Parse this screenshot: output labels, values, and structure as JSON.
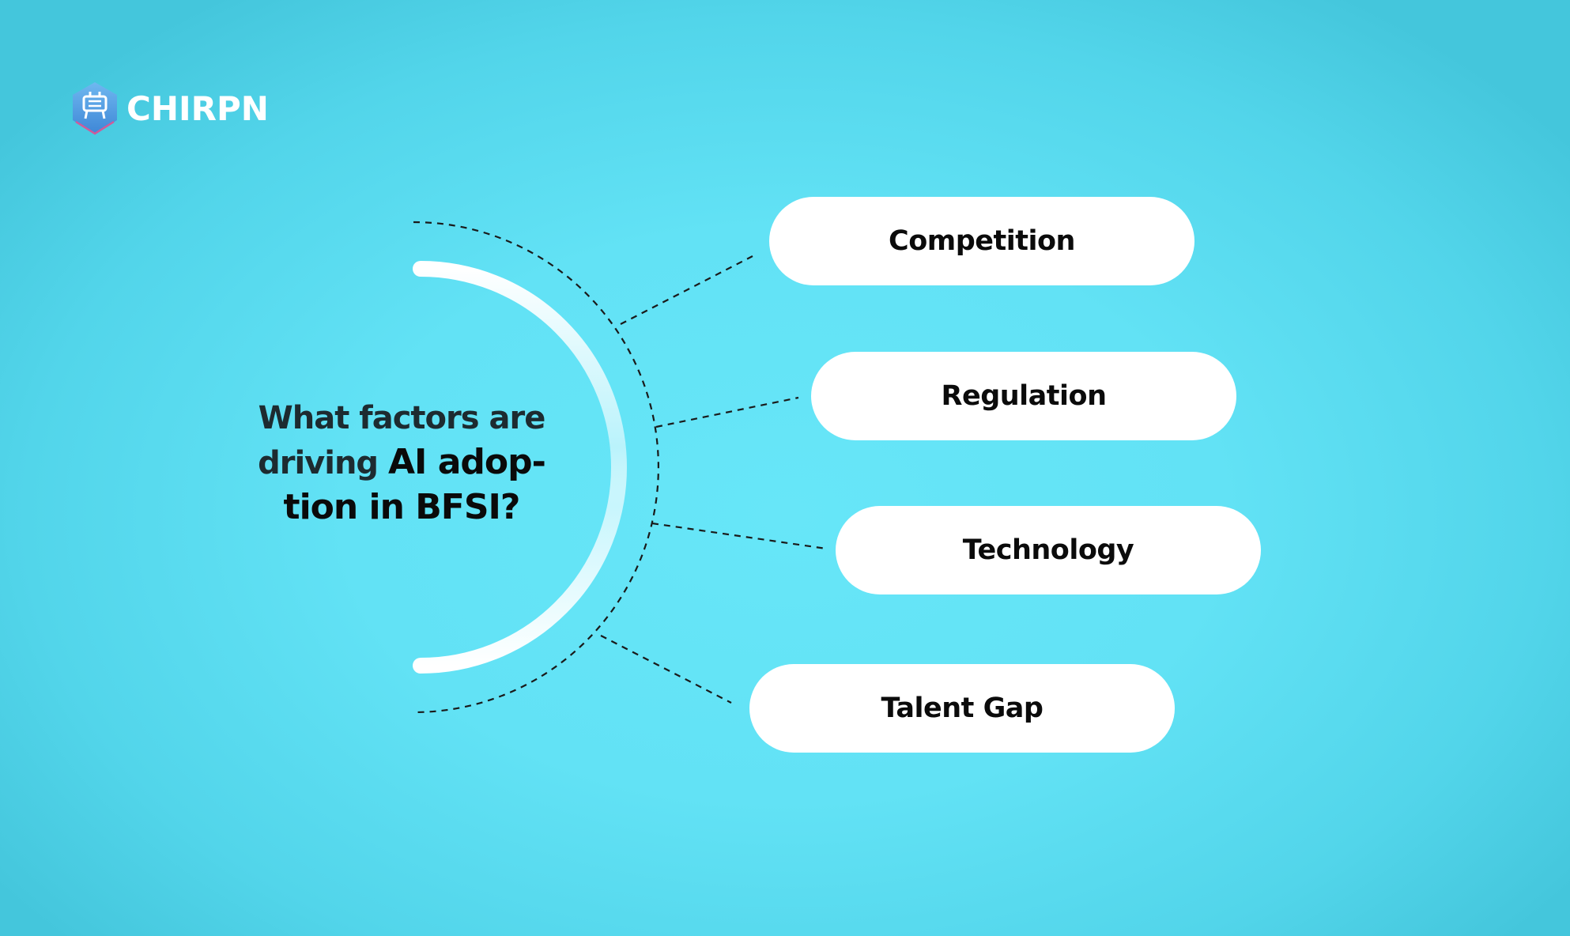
{
  "brand": {
    "name": "CHIRPN",
    "logo_icon": "shield-robot-icon"
  },
  "question": {
    "line1": "What factors are",
    "line2_plain": "driving ",
    "line2_emph": "AI adop-",
    "line3": "tion in BFSI?"
  },
  "factors": [
    {
      "label": "Competition"
    },
    {
      "label": "Regulation"
    },
    {
      "label": "Technology"
    },
    {
      "label": "Talent Gap"
    }
  ],
  "colors": {
    "background_center": "#67e6f8",
    "background_edge": "#44c6dc",
    "pill_fill": "#ffffff",
    "text_dark": "#0b0b0b",
    "connector": "#1a1a1a"
  }
}
